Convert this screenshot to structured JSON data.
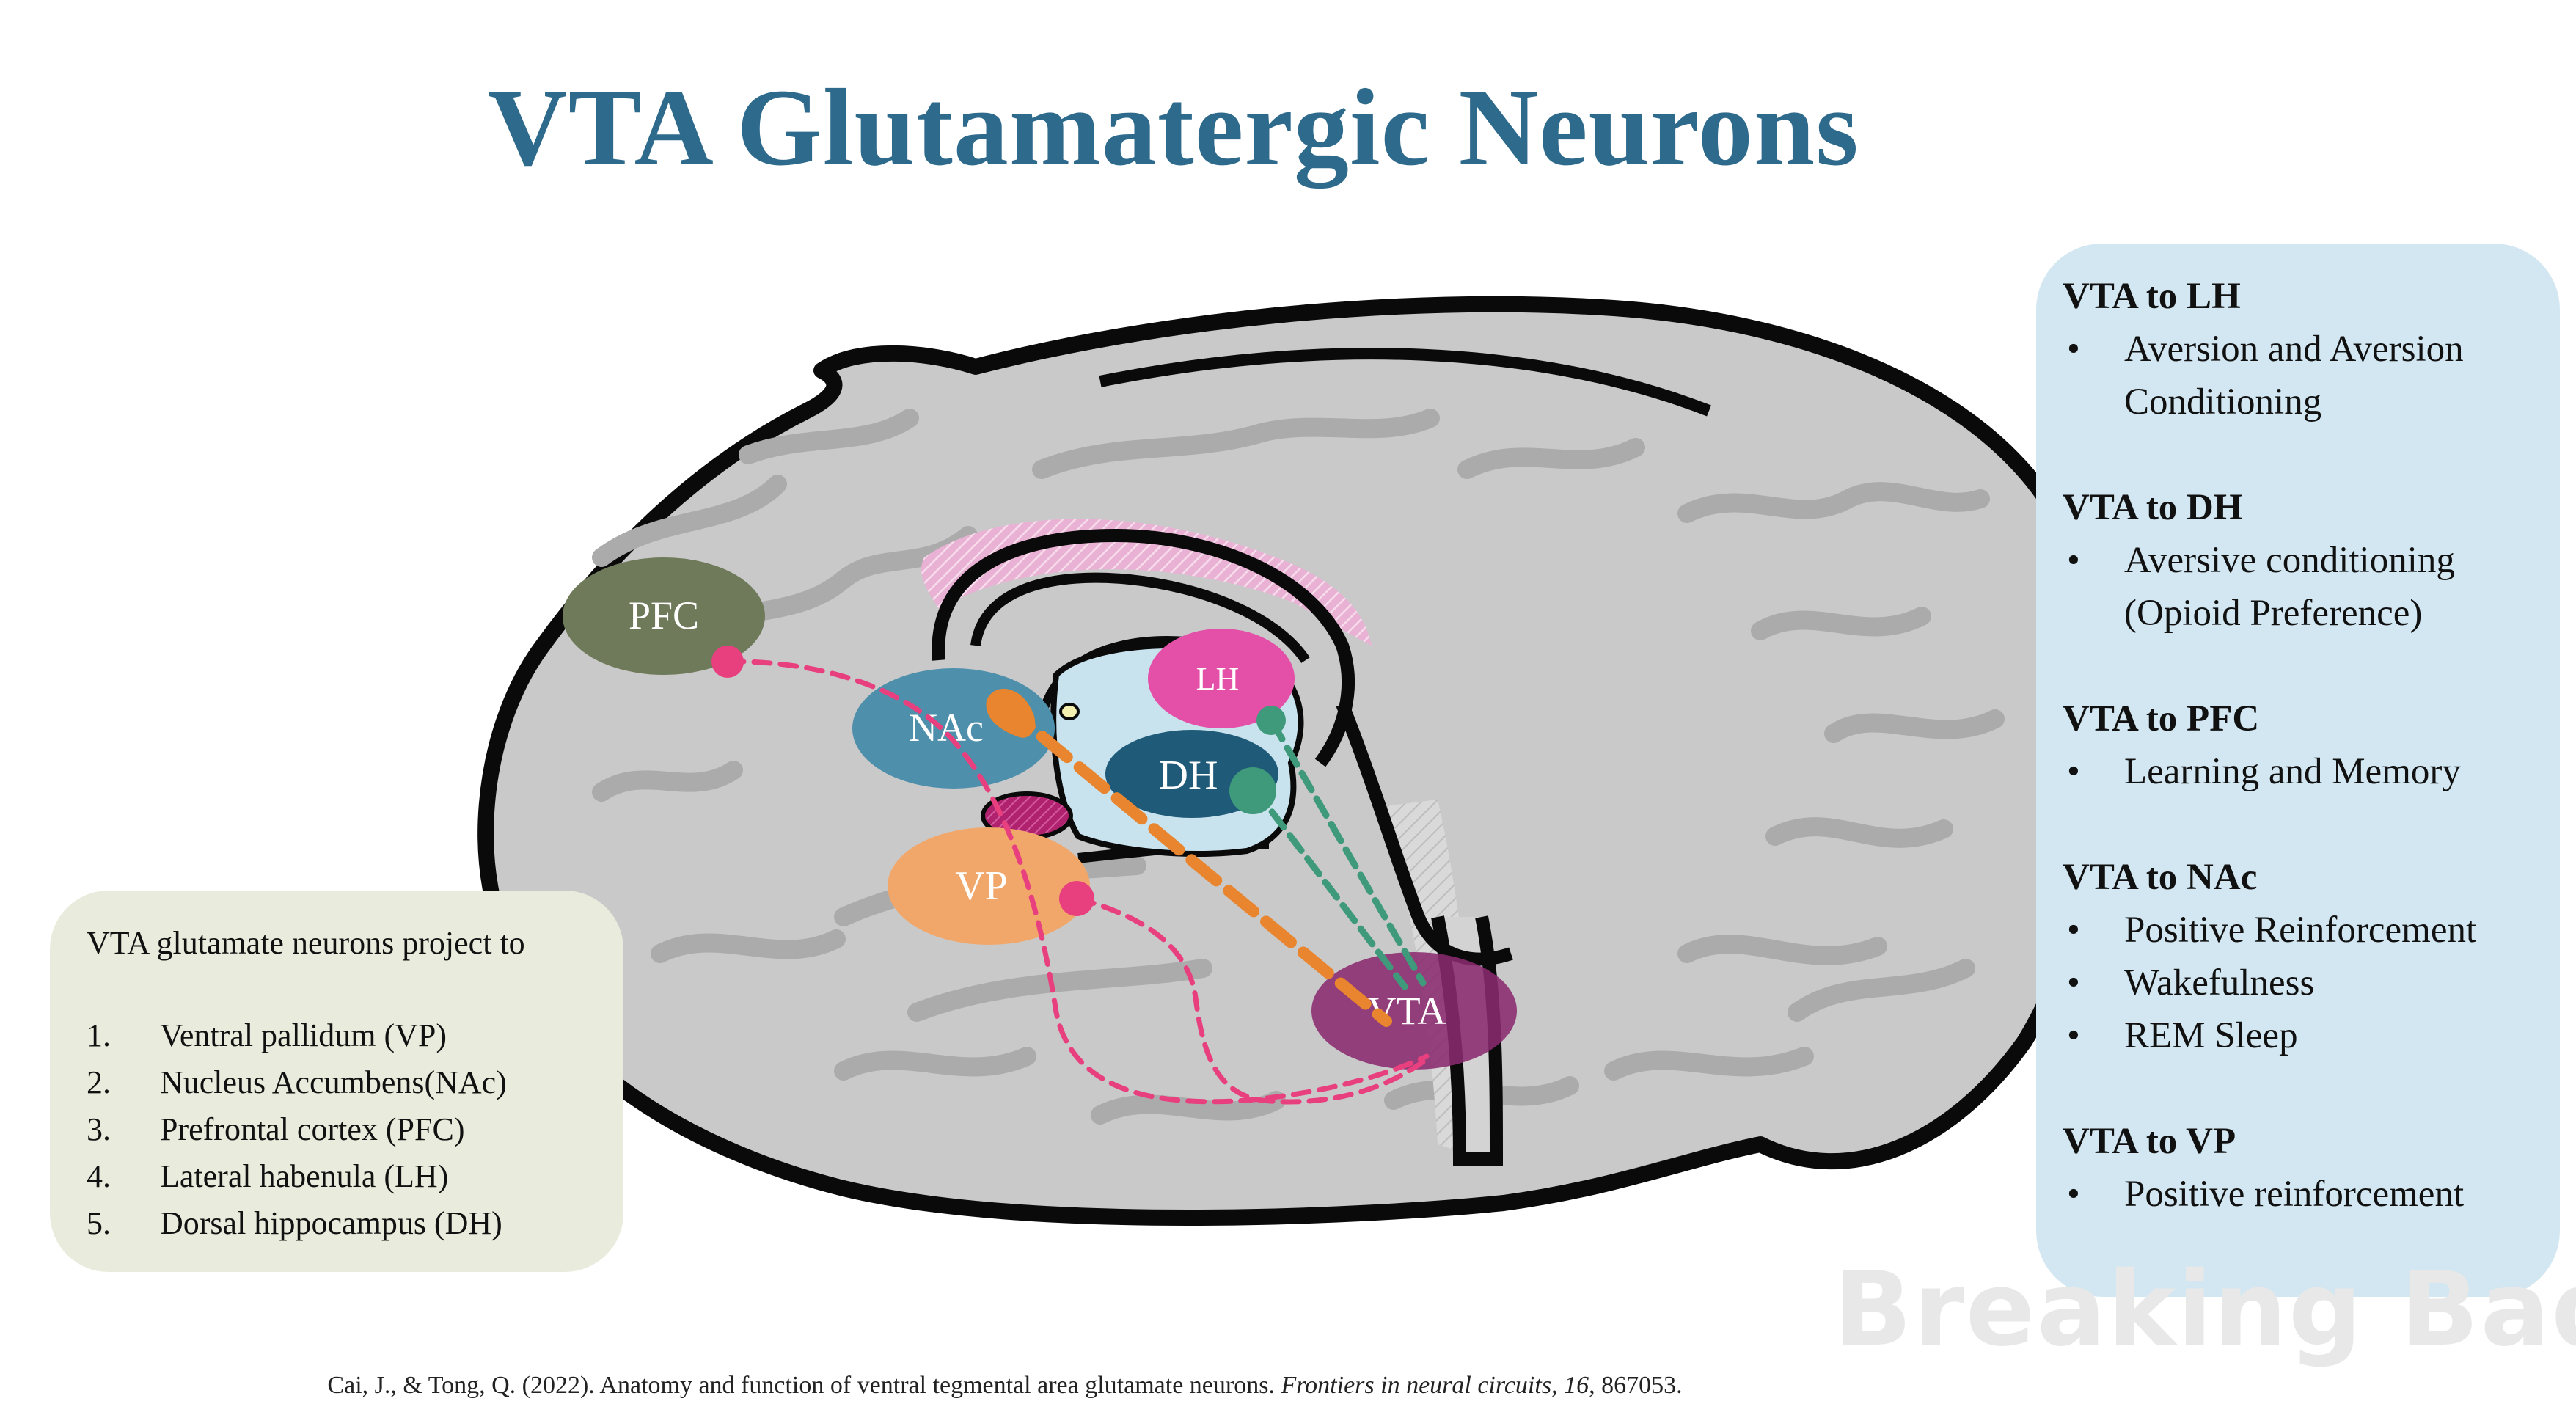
{
  "title": "VTA Glutamatergic Neurons",
  "regions": {
    "pfc": "PFC",
    "nac": "NAc",
    "lh": "LH",
    "dh": "DH",
    "vp": "VP",
    "vta": "VTA"
  },
  "colors": {
    "title": "#2e6a8c",
    "pfc": "#6f7a5a",
    "nac": "#4e8fac",
    "lh": "#e44fa7",
    "dh": "#1f5a78",
    "vp": "#f2a76a",
    "vta": "#8a2a6e",
    "path_pink": "#e8407f",
    "path_orange": "#e8852e",
    "path_green": "#3e9a7a"
  },
  "projections_box": {
    "heading": "VTA glutamate neurons project to",
    "items": [
      {
        "num": "1.",
        "text": "Ventral pallidum (VP)"
      },
      {
        "num": "2.",
        "text": "Nucleus Accumbens(NAc)"
      },
      {
        "num": "3.",
        "text": "Prefrontal cortex (PFC)"
      },
      {
        "num": "4.",
        "text": "Lateral habenula (LH)"
      },
      {
        "num": "5.",
        "text": "Dorsal hippocampus (DH)"
      }
    ]
  },
  "functions_box": {
    "sections": [
      {
        "title": "VTA to LH",
        "bullets": [
          "Aversion and Aversion Conditioning"
        ]
      },
      {
        "title": "VTA to DH",
        "bullets": [
          "Aversive conditioning (Opioid Preference)"
        ]
      },
      {
        "title": "VTA to PFC",
        "bullets": [
          "Learning and Memory"
        ]
      },
      {
        "title": "VTA to NAc",
        "bullets": [
          "Positive Reinforcement",
          "Wakefulness",
          "REM Sleep"
        ]
      },
      {
        "title": "VTA to VP",
        "bullets": [
          "Positive reinforcement"
        ]
      }
    ]
  },
  "watermark": "Breaking Bad",
  "citation": {
    "authors": "Cai, J., & Tong, Q. (2022). Anatomy and function of ventral tegmental area glutamate neurons. ",
    "journal": "Frontiers in neural circuits",
    "sep": ", ",
    "volume": "16",
    "pages": ", 867053."
  }
}
